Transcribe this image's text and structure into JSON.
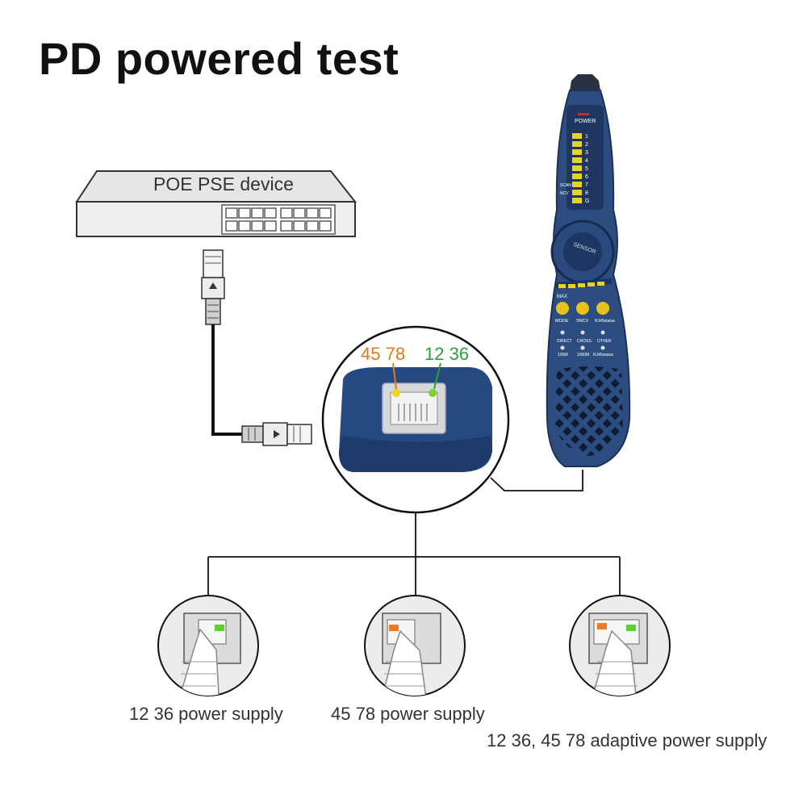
{
  "title": "PD powered test",
  "switch": {
    "label": "POE PSE device"
  },
  "port_labels": {
    "left": "45 78",
    "right": "12 36"
  },
  "tester": {
    "power_label": "POWER",
    "led_numbers": [
      "1",
      "2",
      "3",
      "4",
      "5",
      "6",
      "7",
      "8",
      "G"
    ],
    "side_labels": [
      "SCAN",
      "NCV"
    ],
    "knob_label": "SENSOR",
    "max_label": "MAX",
    "buttons": [
      "MODE",
      "SNCV",
      "RJ45status"
    ],
    "status_row1": [
      "DIRECT",
      "CROSS",
      "OTHER"
    ],
    "status_row2": [
      "100M",
      "1000M",
      "RJ45status"
    ]
  },
  "cases": [
    {
      "caption": "12 36 power supply"
    },
    {
      "caption": "45 78 power supply"
    },
    {
      "caption": "12 36, 45 78 adaptive power supply"
    }
  ],
  "colors": {
    "orange": "#e07a1a",
    "green": "#2f9e3c",
    "tester_blue": "#2d4d80",
    "led_yellow": "#e6d22a"
  }
}
